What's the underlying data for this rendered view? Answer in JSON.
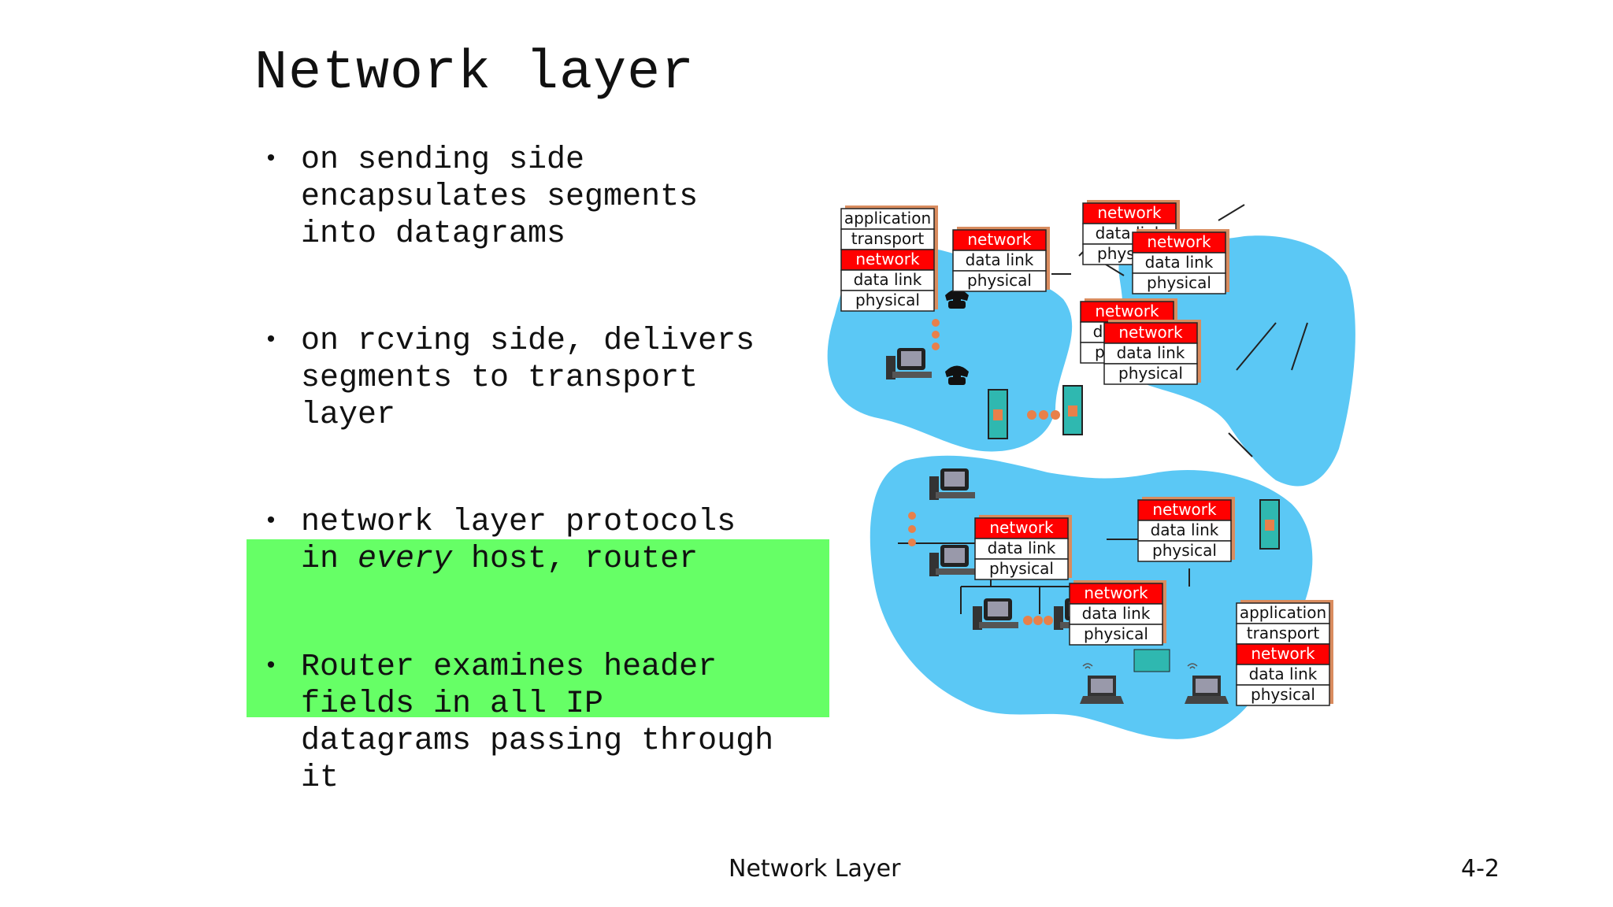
{
  "slide": {
    "title": "Network layer",
    "bullets": [
      {
        "lines": [
          "on sending side",
          "encapsulates segments",
          "into datagrams"
        ]
      },
      {
        "lines": [
          "on rcving side, delivers",
          "segments to transport",
          "layer"
        ]
      },
      {
        "lines": [
          "network layer protocols",
          "in every host, router"
        ],
        "emphasis_word": "every"
      },
      {
        "lines": [
          "Router examines header",
          "fields in all IP",
          "datagrams passing through",
          "it"
        ]
      }
    ]
  },
  "footer": {
    "title": "Network Layer",
    "page": "4-2"
  },
  "diagram": {
    "host_stack": [
      "application",
      "transport",
      "network",
      "data link",
      "physical"
    ],
    "router_stack": [
      "network",
      "data link",
      "physical"
    ],
    "colors": {
      "cloud": "#5bc8f5",
      "network_row": "#ff0000",
      "stack_shadow": "#d98c5f",
      "dots": "#e8804a",
      "highlight": "#66ff66"
    }
  }
}
